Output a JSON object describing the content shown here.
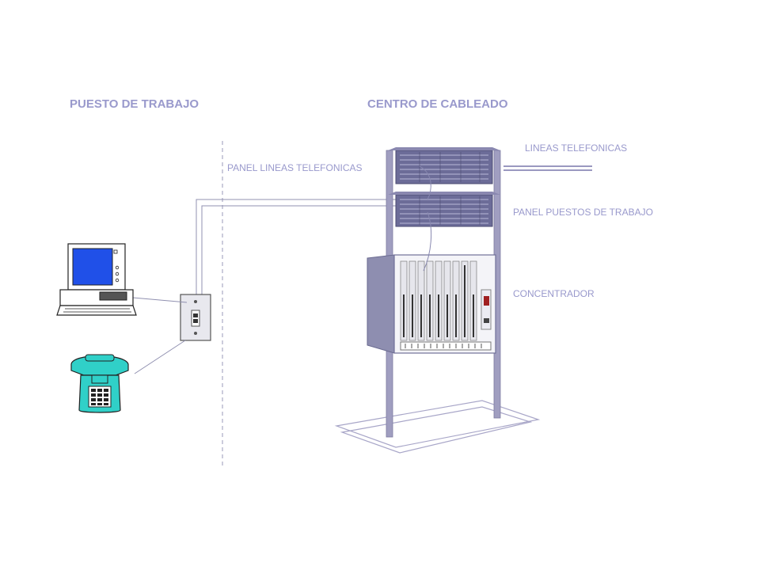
{
  "sections": {
    "workstation_title": "PUESTO DE TRABAJO",
    "wiring_center_title": "CENTRO DE CABLEADO"
  },
  "labels": {
    "phone_lines_panel": "PANEL LINEAS TELEFONICAS",
    "phone_lines": "LINEAS TELEFONICAS",
    "workstation_panel": "PANEL PUESTOS DE TRABAJO",
    "hub": "CONCENTRADOR"
  },
  "colors": {
    "label_text": "#9999cc",
    "rack_frame": "#9a98b8",
    "patch_panel": "#6c6c98",
    "monitor_screen": "#2050e8",
    "phone_body": "#30d0c8",
    "cable": "#9090b0"
  },
  "icons": [
    "computer-icon",
    "telephone-icon",
    "wall-outlet-icon",
    "rack-icon",
    "hub-icon"
  ]
}
